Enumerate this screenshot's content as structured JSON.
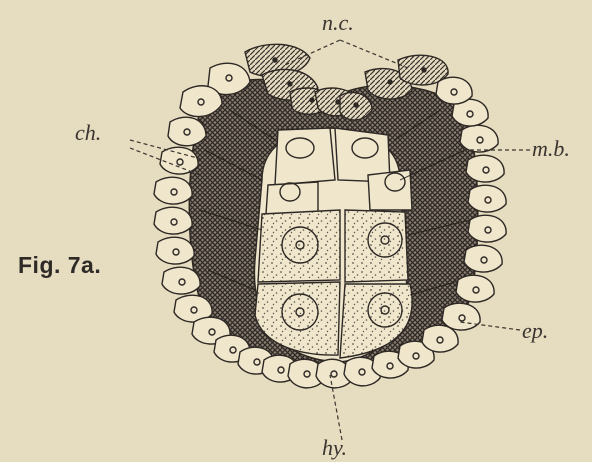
{
  "figure": {
    "title": "Fig. 7a.",
    "labels": {
      "nc": "n.c.",
      "ch": "ch.",
      "mb": "m.b.",
      "ep": "ep.",
      "hy": "hy."
    }
  },
  "colors": {
    "paper": "#e6dcc0",
    "ink": "#3a3530",
    "cell_fill": "#efe6cc",
    "mesh_fill": "#5a514a"
  }
}
